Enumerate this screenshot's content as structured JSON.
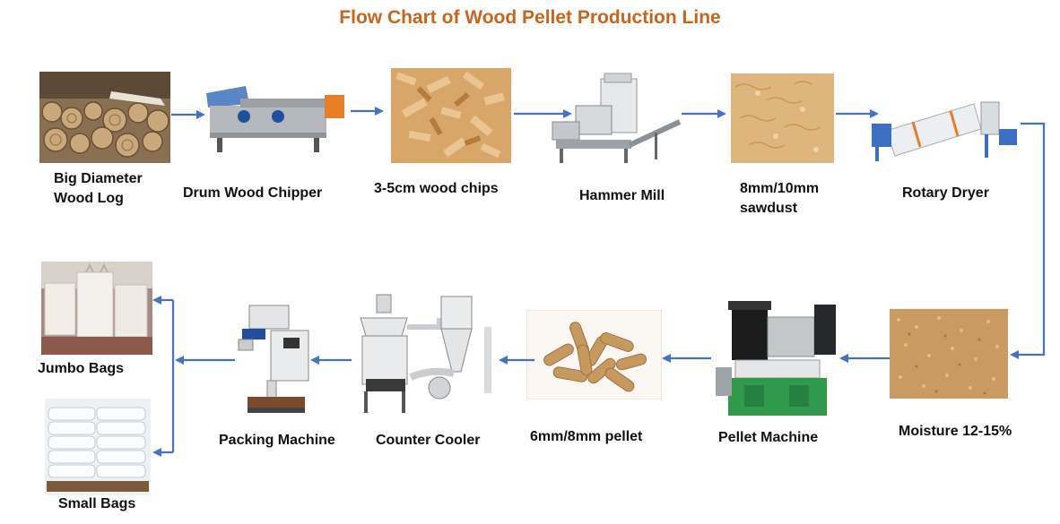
{
  "title": "Flow Chart of Wood Pellet Production Line",
  "colors": {
    "title": "#c8651b",
    "arrow": "#4472c4",
    "label": "#111111"
  },
  "steps": {
    "log": {
      "line1": "Big Diameter",
      "line2": "Wood Log"
    },
    "chipper": "Drum Wood Chipper",
    "chips": "3-5cm wood chips",
    "mill": "Hammer Mill",
    "sawdust": {
      "line1": "8mm/10mm",
      "line2": "sawdust"
    },
    "dryer": "Rotary Dryer",
    "moisture": "Moisture 12-15%",
    "pelletmachine": "Pellet Machine",
    "pellet": "6mm/8mm pellet",
    "cooler": "Counter Cooler",
    "packing": "Packing Machine",
    "jumbo": "Jumbo Bags",
    "small": "Small Bags"
  },
  "icons": [
    "wood-log-photo",
    "drum-chipper-photo",
    "wood-chips-photo",
    "hammer-mill-photo",
    "sawdust-photo",
    "rotary-dryer-photo",
    "dried-sawdust-photo",
    "pellet-machine-photo",
    "pellets-photo",
    "counter-cooler-photo",
    "packing-machine-photo",
    "jumbo-bags-photo",
    "small-bags-photo",
    "flow-arrow"
  ]
}
